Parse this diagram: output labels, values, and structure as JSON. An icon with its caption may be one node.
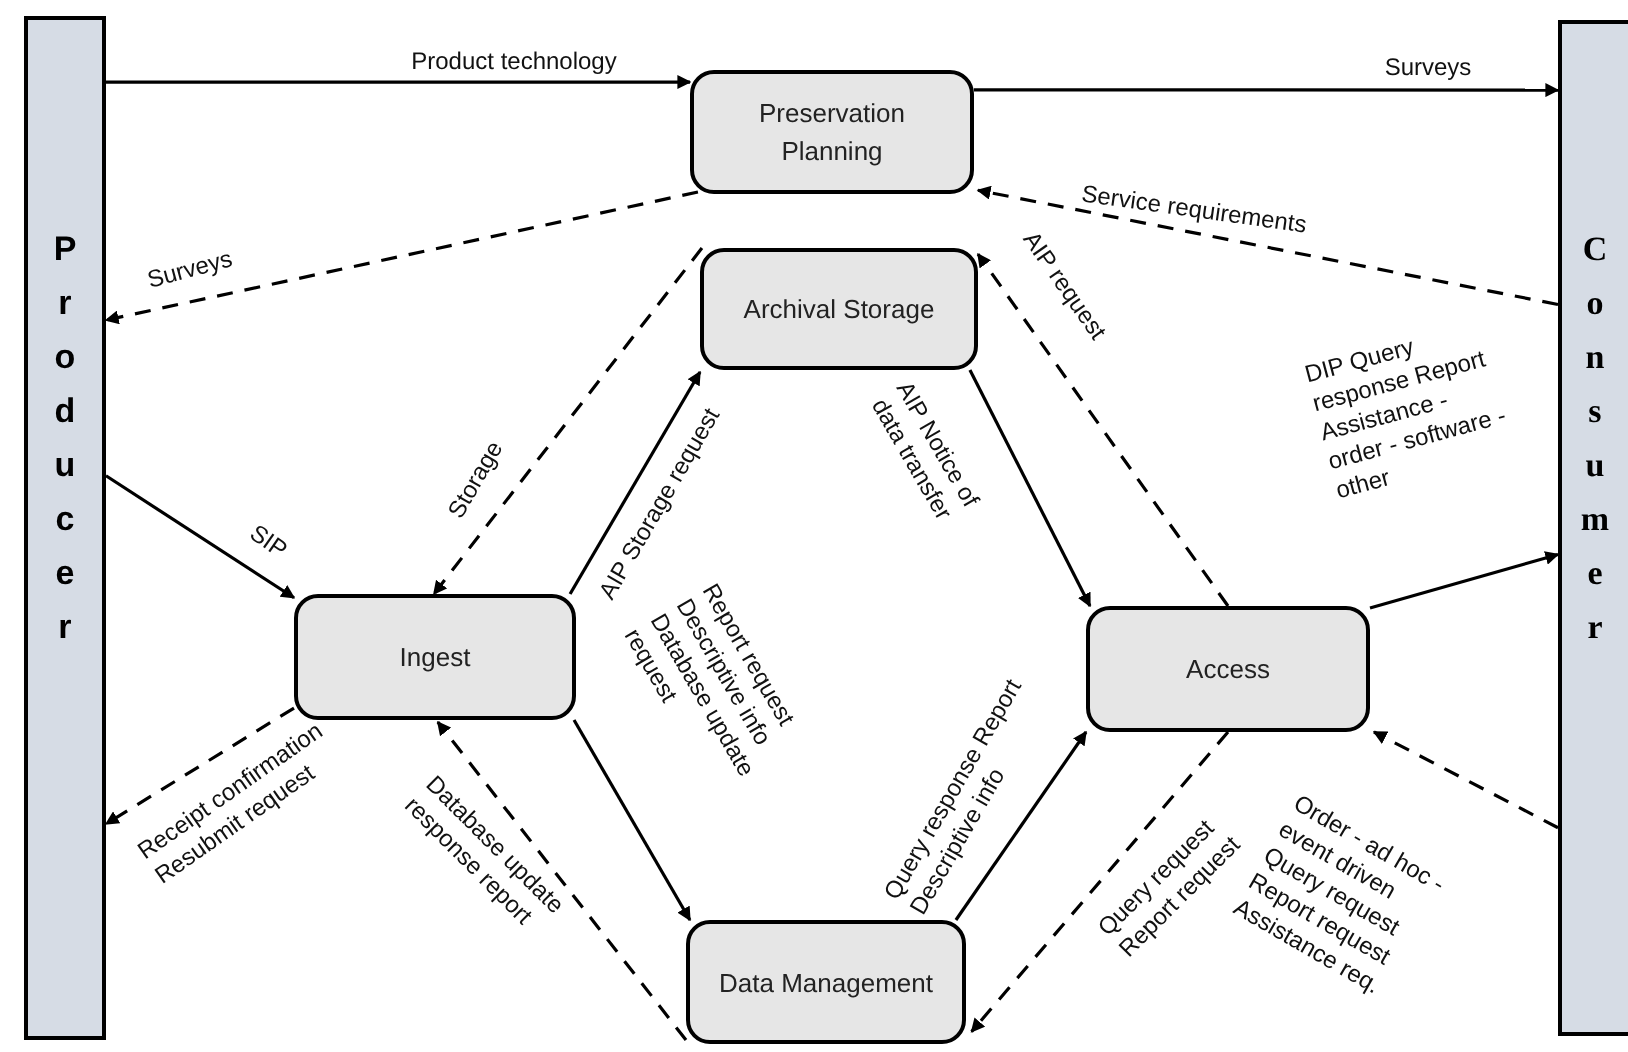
{
  "diagram": {
    "nodes": [
      {
        "text": [
          "Producer"
        ]
      },
      {
        "text": [
          "Consumer"
        ]
      },
      {
        "text": [
          "Preservation Planning"
        ]
      },
      {
        "text": [
          "Archival Storage"
        ]
      },
      {
        "text": [
          "Ingest"
        ]
      },
      {
        "text": [
          "Access"
        ]
      },
      {
        "text": [
          "Data Management"
        ]
      }
    ],
    "edges": [
      {
        "from": 0,
        "to": 2,
        "arrow": "to",
        "label": "Product technology"
      },
      {
        "from": 2,
        "to": 1,
        "arrow": "to",
        "label": "Surveys"
      },
      {
        "from": 1,
        "to": 2,
        "arrow": "to",
        "label": "Service requirements",
        "style": "dashed"
      },
      {
        "from": 2,
        "to": 0,
        "arrow": "to",
        "label": "Surveys",
        "style": "dashed"
      },
      {
        "from": 0,
        "to": 4,
        "arrow": "to",
        "label": "SIP"
      },
      {
        "from": 4,
        "to": 0,
        "arrow": "to",
        "label": "Receipt confirmation Resubmit request",
        "style": "dashed"
      },
      {
        "from": 3,
        "to": 4,
        "arrow": "to",
        "label": "Storage",
        "style": "dashed"
      },
      {
        "from": 4,
        "to": 3,
        "arrow": "to",
        "label": "AIP Storage request"
      },
      {
        "from": 3,
        "to": 5,
        "arrow": "to",
        "label": "AIP Notice of data transfer"
      },
      {
        "from": 5,
        "to": 3,
        "arrow": "to",
        "label": "AIP request",
        "style": "dashed"
      },
      {
        "from": 5,
        "to": 1,
        "arrow": "to",
        "label": "DIP Query response Report Assistance - order - software - other"
      },
      {
        "from": 1,
        "to": 5,
        "arrow": "to",
        "label": "Order - ad hoc - event driven Query request Report request Assistance req.",
        "style": "dashed"
      },
      {
        "from": 4,
        "to": 6,
        "arrow": "to",
        "label": "Report request Descriptive info Database update request"
      },
      {
        "from": 6,
        "to": 4,
        "arrow": "to",
        "label": "Database update response report",
        "style": "dashed"
      },
      {
        "from": 6,
        "to": 5,
        "arrow": "to",
        "label": "Query response Report Descriptive info"
      },
      {
        "from": 5,
        "to": 6,
        "arrow": "to",
        "label": "Query request Report request",
        "style": "dashed"
      }
    ]
  }
}
